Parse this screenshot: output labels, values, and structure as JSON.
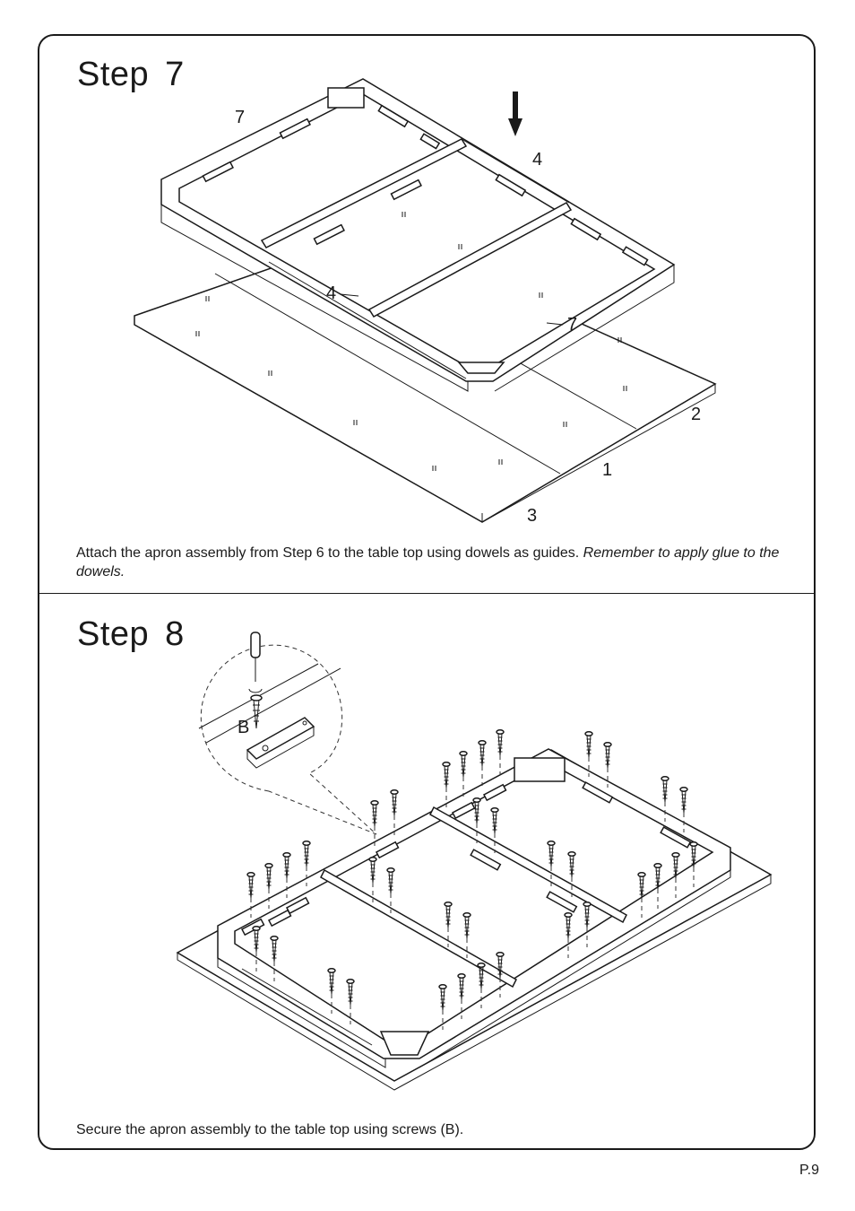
{
  "step7": {
    "title_word": "Step",
    "title_number": "7",
    "part_labels": [
      "7",
      "4",
      "4",
      "7",
      "2",
      "1",
      "3"
    ],
    "caption_main": "Attach the apron assembly from Step 6 to the table top using dowels as guides.",
    "caption_emphasis": " Remember to apply glue to the dowels."
  },
  "step8": {
    "title_word": "Step",
    "title_number": "8",
    "screw_label": "B",
    "caption": "Secure the apron assembly to the table top using screws (B)."
  },
  "page_number": "P.9",
  "icons": [
    "arrow-down-icon",
    "screwdriver-icon",
    "screw-icon",
    "dowel-icon"
  ]
}
